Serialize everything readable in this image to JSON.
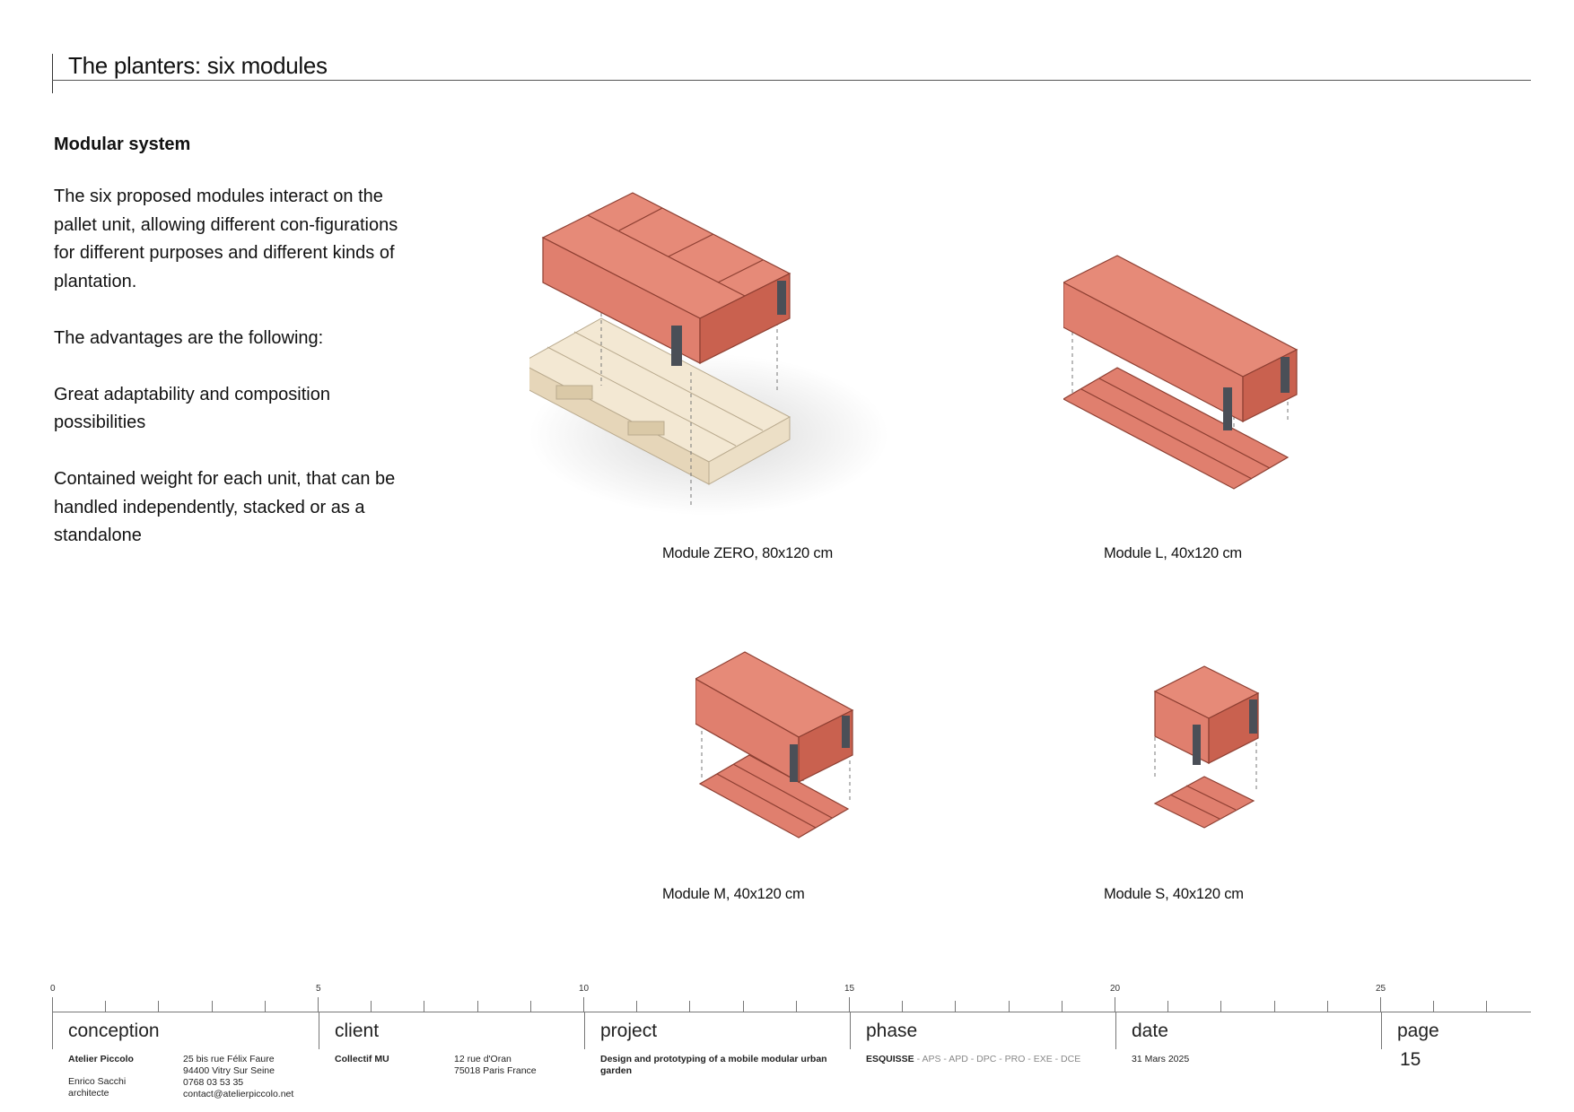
{
  "header": {
    "title": "The planters: six modules"
  },
  "intro": {
    "heading": "Modular system",
    "paragraphs": [
      "The six proposed modules interact on the pallet unit, allowing different con-figurations for different purposes and different kinds of plantation.",
      "The advantages are the following:",
      "Great adaptability and composition possibilities",
      "Contained weight for each unit, that can be handled independently, stacked or as a standalone"
    ]
  },
  "modules": [
    {
      "caption": "Module ZERO, 80x120 cm"
    },
    {
      "caption": "Module L, 40x120 cm"
    },
    {
      "caption": "Module M, 40x120 cm"
    },
    {
      "caption": "Module S, 40x120 cm"
    }
  ],
  "colors": {
    "planter": "#e07f6e",
    "planter_dark": "#c9614f",
    "pallet": "#f1e4cc",
    "bracket": "#4a4f57"
  },
  "footer": {
    "ruler_numbers": [
      "0",
      "5",
      "10",
      "15",
      "20",
      "25"
    ],
    "conception": {
      "label": "conception",
      "name": "Atelier Piccolo",
      "person": "Enrico Sacchi",
      "role": "architecte",
      "address1": "25 bis rue Félix Faure",
      "address2": "94400 Vitry Sur Seine",
      "phone": "0768 03 53 35",
      "email": "contact@atelierpiccolo.net"
    },
    "client": {
      "label": "client",
      "name": "Collectif MU",
      "address1": "12 rue d'Oran",
      "address2": "75018 Paris France"
    },
    "project": {
      "label": "project",
      "line1": "Design and prototyping of a mobile modular urban",
      "line2": "garden"
    },
    "phase": {
      "label": "phase",
      "current": "ESQUISSE",
      "rest": " - APS - APD - DPC - PRO - EXE - DCE"
    },
    "date": {
      "label": "date",
      "value": "31 Mars 2025"
    },
    "page": {
      "label": "page",
      "value": "15"
    }
  }
}
